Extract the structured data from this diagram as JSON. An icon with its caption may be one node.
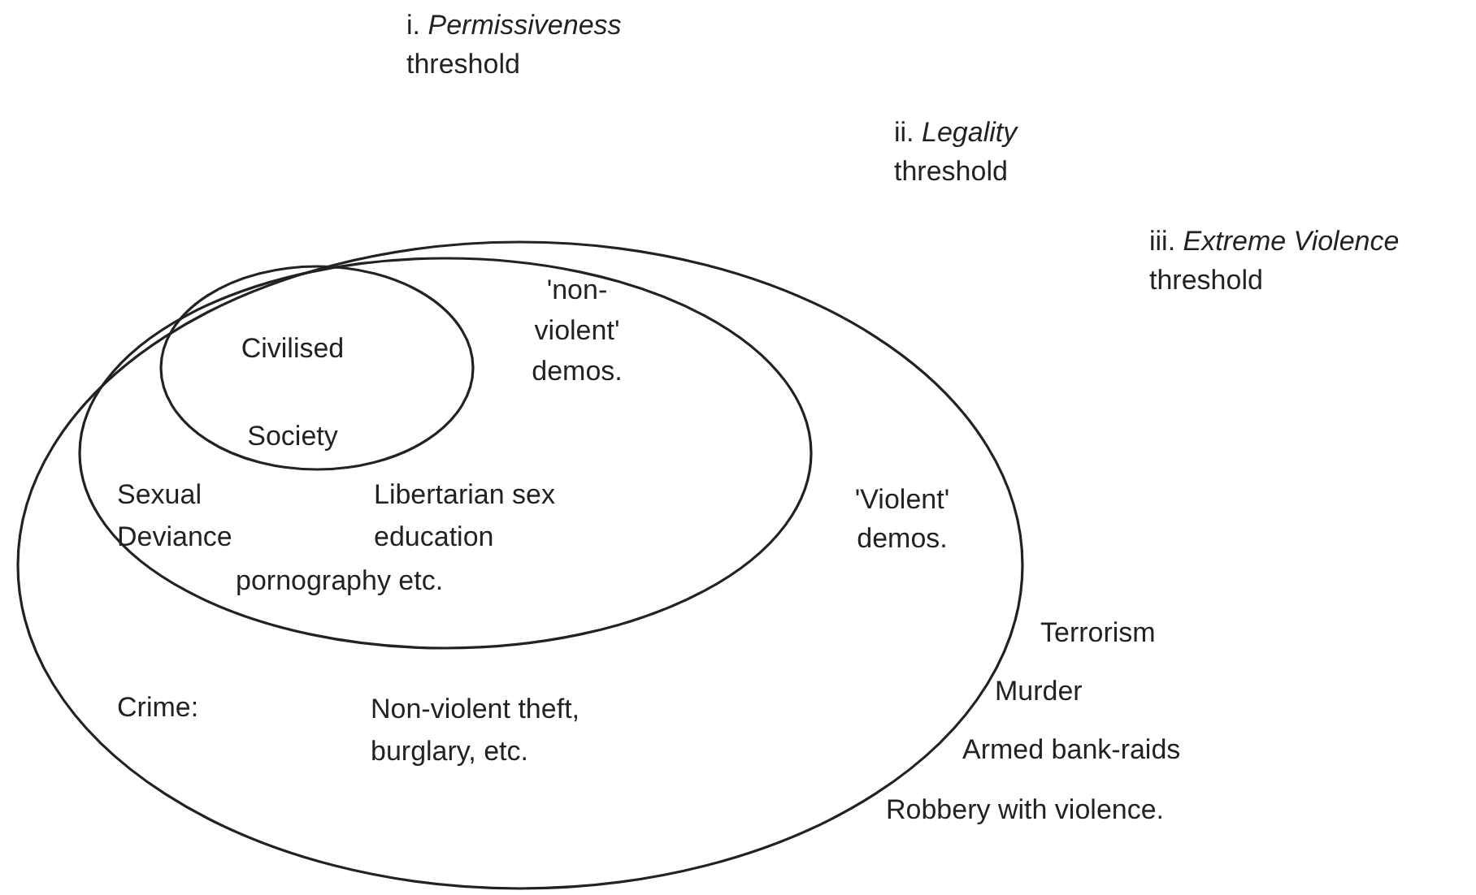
{
  "diagram": {
    "nodes": [
      {
        "text": [
          "'Violent' demos.",
          "Crime:",
          "Non-violent theft, burglary, etc."
        ]
      },
      {
        "text": [
          "'non-violent' demos.",
          "Sexual Deviance",
          "Libertarian sex education",
          "pornography etc."
        ],
        "in": 0
      },
      {
        "text": [
          "Civilised Society"
        ],
        "in": 1
      }
    ],
    "edges": [],
    "labels": [
      "i. *Permissiveness* threshold",
      "ii. *Legality* threshold",
      "iii. *Extreme Violence* threshold",
      "Terrorism",
      "Murder",
      "Armed bank-raids",
      "Robbery with violence."
    ]
  }
}
